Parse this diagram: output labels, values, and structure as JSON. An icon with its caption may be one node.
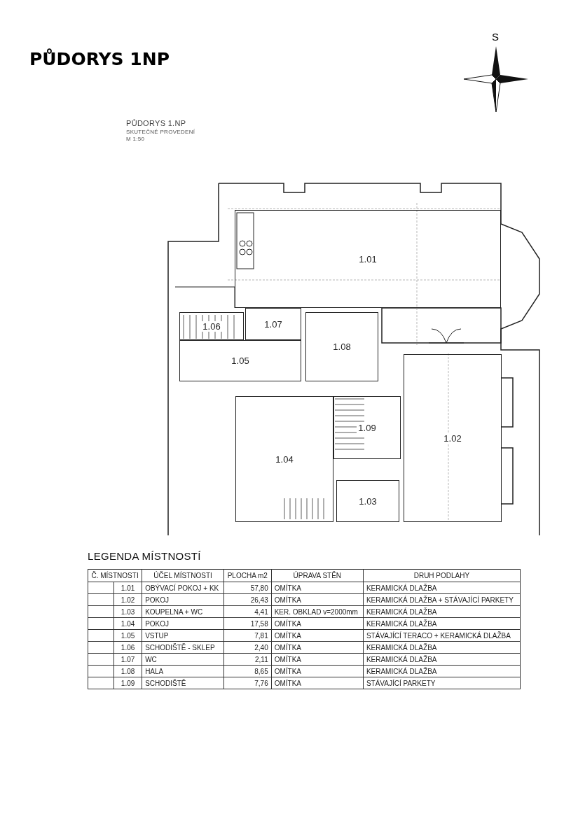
{
  "diagram": {
    "title": "PŮDORYS 1NP",
    "nodes": [
      {
        "text": [
          "1.01"
        ]
      },
      {
        "text": [
          "1.06"
        ]
      },
      {
        "text": [
          "1.07"
        ]
      },
      {
        "text": [
          "1.08"
        ]
      },
      {
        "text": [
          "1.05"
        ]
      },
      {
        "text": [
          "1.09"
        ]
      },
      {
        "text": [
          "1.02"
        ]
      },
      {
        "text": [
          "1.04"
        ]
      },
      {
        "text": [
          "1.03"
        ]
      }
    ],
    "labels": [
      "S",
      "PŮDORYS 1.NP",
      "SKUTEČNÉ PROVEDENÍ",
      "M 1:50",
      "LEGENDA MÍSTNOSTÍ",
      "Č. MÍSTNOSTI",
      "ÚČEL MÍSTNOSTI",
      "PLOCHA m2",
      "ÚPRAVA STĚN",
      "DRUH PODLAHY",
      "1.01",
      "OBÝVACÍ POKOJ + KK",
      "57,80",
      "OMÍTKA",
      "KERAMICKÁ DLAŽBA",
      "1.02",
      "POKOJ",
      "26,43",
      "OMÍTKA",
      "KERAMICKÁ DLAŽBA + STÁVAJÍCÍ PARKETY",
      "1.03",
      "KOUPELNA + WC",
      "4,41",
      "KER. OBKLAD v=2000mm",
      "KERAMICKÁ DLAŽBA",
      "1.04",
      "POKOJ",
      "17,58",
      "OMÍTKA",
      "KERAMICKÁ DLAŽBA",
      "1.05",
      "VSTUP",
      "7,81",
      "OMÍTKA",
      "STÁVAJÍCÍ TERACO + KERAMICKÁ DLAŽBA",
      "1.06",
      "SCHODIŠTĚ - SKLEP",
      "2,40",
      "OMÍTKA",
      "KERAMICKÁ DLAŽBA",
      "1.07",
      "WC",
      "2,11",
      "OMÍTKA",
      "KERAMICKÁ DLAŽBA",
      "1.08",
      "HALA",
      "8,65",
      "OMÍTKA",
      "KERAMICKÁ DLAŽBA",
      "1.09",
      "SCHODIŠTĚ",
      "7,76",
      "OMÍTKA",
      "STÁVAJÍCÍ PARKETY"
    ]
  }
}
